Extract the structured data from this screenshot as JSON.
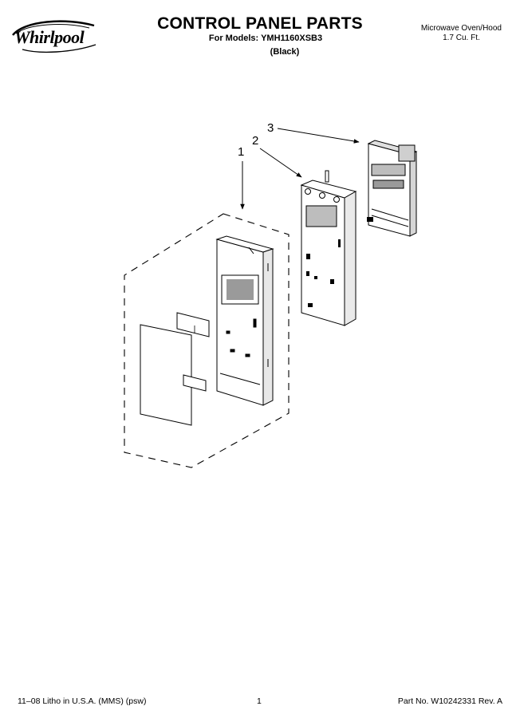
{
  "header": {
    "brand": "Whirlpool",
    "title": "CONTROL PANEL PARTS",
    "models": "For Models: YMH1160XSB3",
    "color": "(Black)",
    "product_line1": "Microwave Oven/Hood",
    "product_line2": "1.7 Cu. Ft."
  },
  "diagram": {
    "callouts": [
      "1",
      "2",
      "3"
    ]
  },
  "footer": {
    "litho": "11–08 Litho in U.S.A. (MMS) (psw)",
    "page": "1",
    "part_no": "Part No. W10242331 Rev. A"
  }
}
